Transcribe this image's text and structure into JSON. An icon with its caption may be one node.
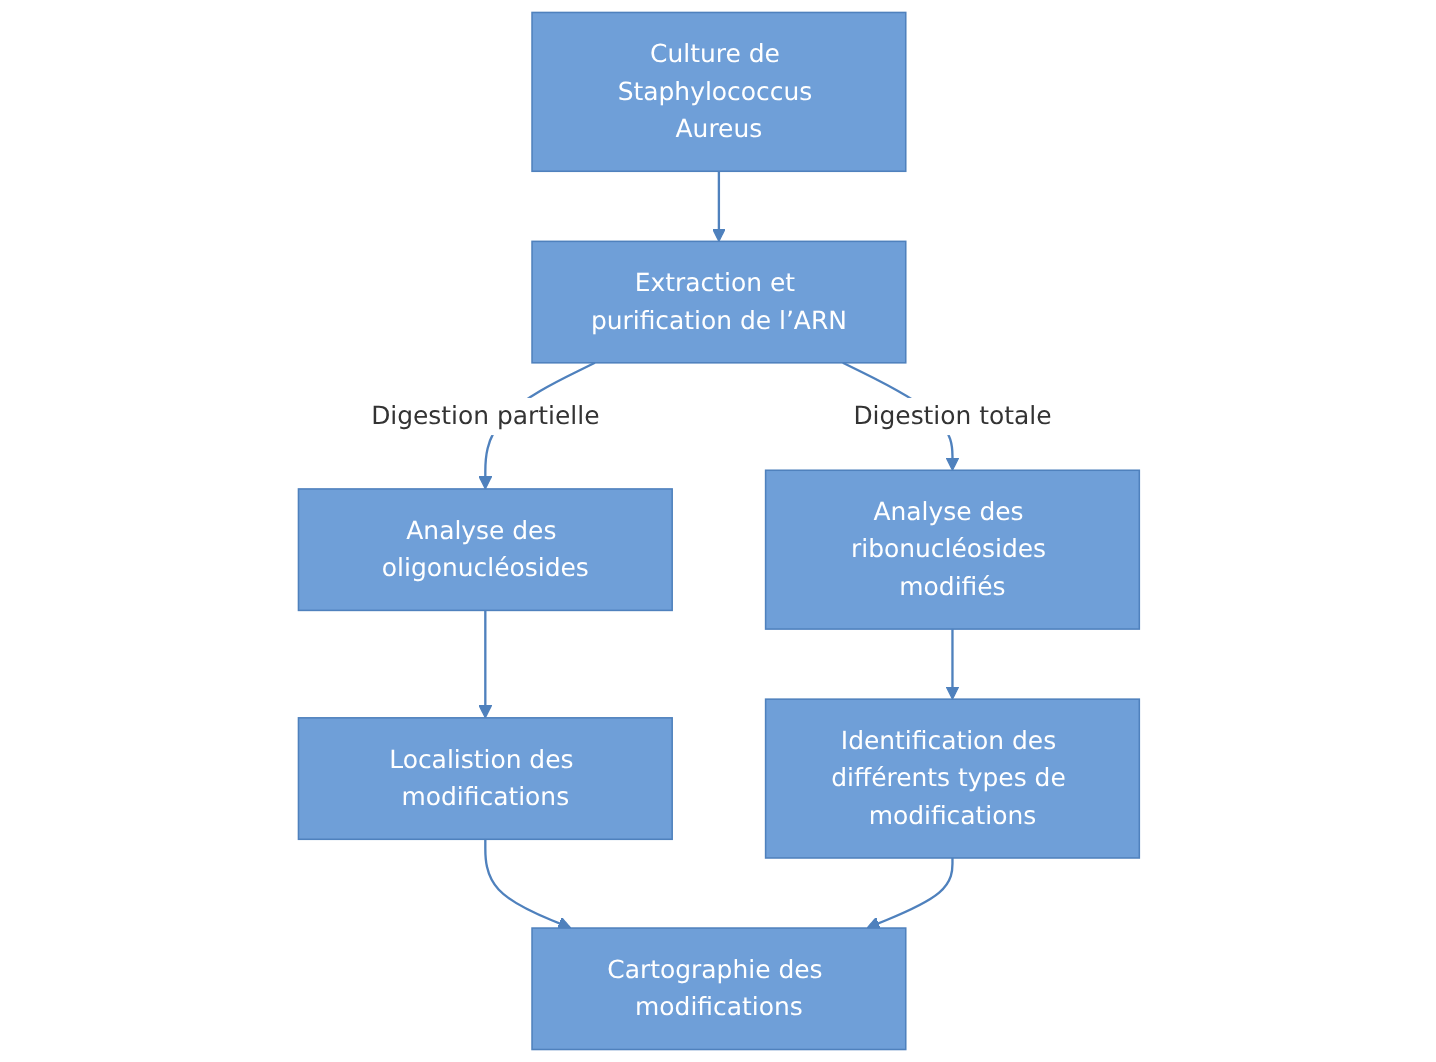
{
  "diagram": {
    "nodes": [
      {
        "text": [
          "Culture de Staphylococcus Aureus"
        ]
      },
      {
        "text": [
          "Extraction et purification de l’ARN"
        ]
      },
      {
        "text": [
          "Analyse des oligonucléosides"
        ]
      },
      {
        "text": [
          "Analyse des ribonucléosides modifiés"
        ]
      },
      {
        "text": [
          "Localistion des modifications"
        ]
      },
      {
        "text": [
          "Identification des différents types de modifications"
        ]
      },
      {
        "text": [
          "Cartographie des modifications"
        ]
      }
    ],
    "edges": [
      {
        "from": 0,
        "to": 1,
        "arrow": "to"
      },
      {
        "from": 1,
        "to": 2,
        "arrow": "to",
        "label": "Digestion partielle"
      },
      {
        "from": 1,
        "to": 3,
        "arrow": "to",
        "label": "Digestion totale"
      },
      {
        "from": 2,
        "to": 4,
        "arrow": "to"
      },
      {
        "from": 3,
        "to": 5,
        "arrow": "to"
      },
      {
        "from": 4,
        "to": 6,
        "arrow": "to"
      },
      {
        "from": 5,
        "to": 6,
        "arrow": "to"
      }
    ]
  }
}
